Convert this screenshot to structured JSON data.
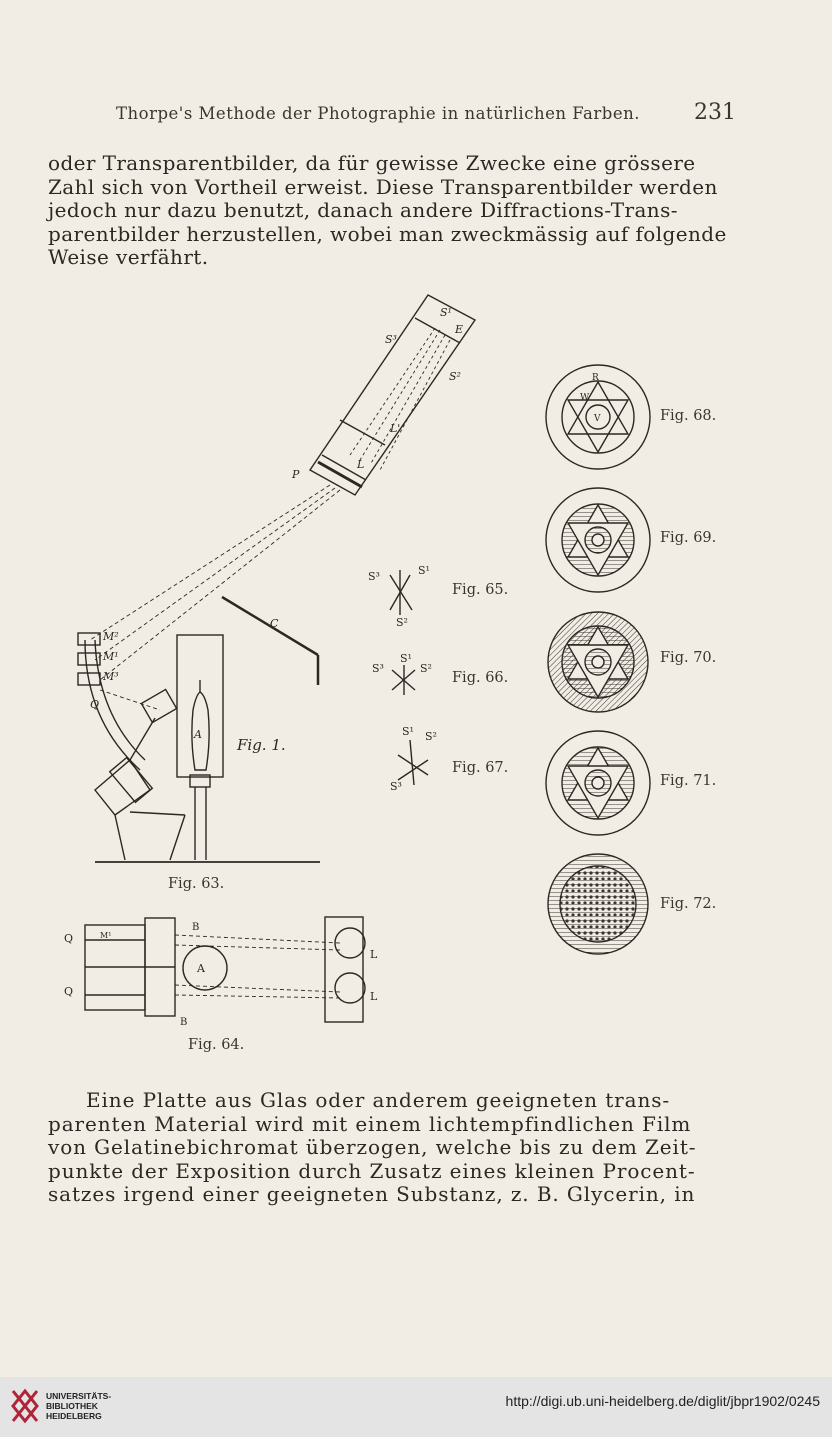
{
  "header": {
    "running_title": "Thorpe's Methode der Photographie in natürlichen Farben.",
    "page_number": "231"
  },
  "top_paragraph": [
    "oder Transparentbilder, da für gewisse Zwecke eine grössere",
    "Zahl sich von Vortheil erweist. Diese Transparentbilder werden",
    "jedoch nur dazu benutzt, danach andere Diffractions-Trans-",
    "parentbilder herzustellen, wobei man zweckmässig auf folgende",
    "Weise verfährt."
  ],
  "figures": {
    "fig63": "Fig. 63.",
    "fig64": "Fig. 64.",
    "fig65": "Fig. 65.",
    "fig66": "Fig. 66.",
    "fig67": "Fig. 67.",
    "fig68": "Fig. 68.",
    "fig69": "Fig. 69.",
    "fig70": "Fig. 70.",
    "fig71": "Fig. 71.",
    "fig72": "Fig. 72.",
    "fig1_script": "Fig. 1.",
    "letters": {
      "s1": "S¹",
      "s2": "S²",
      "s3": "S³",
      "e": "E",
      "l": "L",
      "l1": "L'",
      "p": "P",
      "c": "C",
      "a": "A",
      "q": "Q",
      "m1": "M¹",
      "m2": "M²",
      "m3": "M³",
      "b": "B",
      "r": "R",
      "v": "V",
      "w": "W"
    }
  },
  "bottom_paragraph": [
    "Eine Platte aus Glas oder anderem geeigneten trans-",
    "parenten Material wird mit einem lichtempfindlichen Film",
    "von Gelatinebichromat überzogen, welche bis zu dem Zeit-",
    "punkte der Exposition durch Zusatz eines kleinen Procent-",
    "satzes irgend einer geeigneten Substanz, z. B. Glycerin, in"
  ],
  "footer": {
    "logo_lines": [
      "UNIVERSITÄTS-",
      "BIBLIOTHEK",
      "HEIDELBERG"
    ],
    "url": "http://digi.ub.uni-heidelberg.de/diglit/jbpr1902/0245"
  },
  "colors": {
    "paper": "#f1ede4",
    "ink": "#2b2723",
    "footer_bg": "#e4e4e4",
    "logo_red": "#b0243a"
  }
}
